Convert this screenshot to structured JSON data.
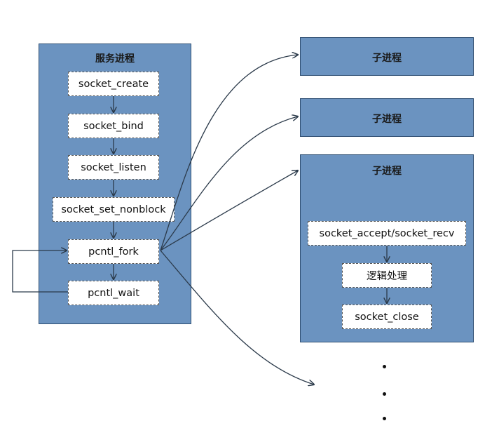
{
  "server": {
    "title": "服务进程",
    "steps": [
      "socket_create",
      "socket_bind",
      "socket_listen",
      "socket_set_nonblock",
      "pcntl_fork",
      "pcntl_wait"
    ]
  },
  "children": [
    {
      "title": "子进程"
    },
    {
      "title": "子进程"
    },
    {
      "title": "子进程",
      "steps": [
        "socket_accept/socket_recv",
        "逻辑处理",
        "socket_close"
      ]
    }
  ],
  "colors": {
    "panel_fill": "#6b93c0",
    "panel_border": "#2f4f73",
    "step_fill": "#ffffff",
    "line": "#2b3a4a"
  },
  "icons": {
    "ellipsis": "vertical-dots"
  }
}
